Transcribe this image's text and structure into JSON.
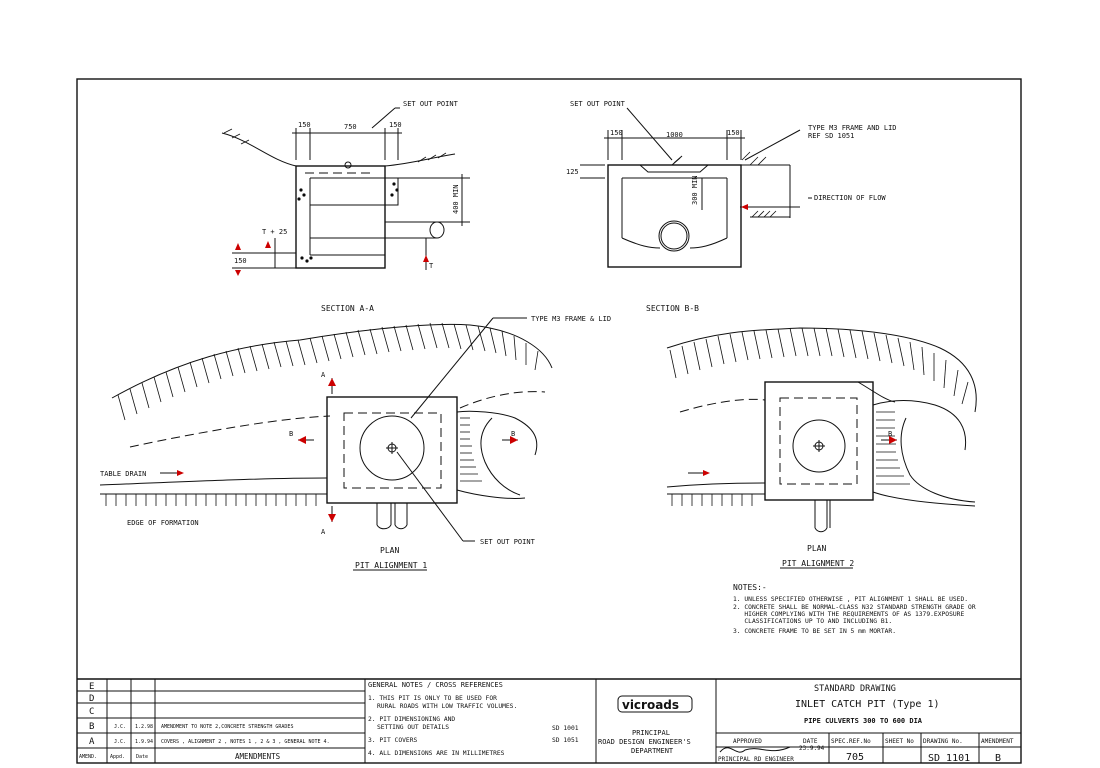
{
  "drawing": {
    "section_a": {
      "title": "SECTION A-A",
      "set_out_point": "SET OUT POINT",
      "dim_150_left": "150",
      "dim_750": "750",
      "dim_150_right": "150",
      "dim_400_min": "400 MIN",
      "dim_t_25": "T + 25",
      "dim_150_bottom": "150",
      "dim_t": "T"
    },
    "section_b": {
      "title": "SECTION B-B",
      "set_out_point": "SET OUT POINT",
      "dim_150_left": "150",
      "dim_1000": "1000",
      "dim_150_right": "150",
      "dim_125": "125",
      "dim_300_min": "300 MIN",
      "frame_label_1": "TYPE M3 FRAME AND LID",
      "frame_label_2": "REF SD 1051",
      "flow_label": "DIRECTION OF FLOW"
    },
    "plan1": {
      "frame_label": "TYPE M3 FRAME & LID",
      "table_drain": "TABLE DRAIN",
      "edge_of_formation": "EDGE OF FORMATION",
      "set_out_point": "SET OUT POINT",
      "marker_a": "A",
      "marker_b": "B",
      "plan_label": "PLAN",
      "alignment_label": "PIT ALIGNMENT 1"
    },
    "plan2": {
      "marker_b": "B",
      "plan_label": "PLAN",
      "alignment_label": "PIT ALIGNMENT 2"
    },
    "notes": {
      "heading": "NOTES:-",
      "lines": [
        "1. UNLESS SPECIFIED OTHERWISE , PIT ALIGNMENT 1 SHALL BE USED.",
        "2. CONCRETE SHALL BE NORMAL-CLASS N32 STANDARD STRENGTH GRADE OR",
        "   HIGHER COMPLYING WITH THE REQUIREMENTS OF AS 1379.EXPOSURE",
        "   CLASSIFICATIONS UP TO AND INCLUDING B1.",
        "3. CONCRETE FRAME TO BE SET IN 5 mm MORTAR."
      ]
    }
  },
  "title_block": {
    "amendments": {
      "rows": [
        {
          "letter": "E",
          "appd": "",
          "date": "",
          "text": ""
        },
        {
          "letter": "D",
          "appd": "",
          "date": "",
          "text": ""
        },
        {
          "letter": "C",
          "appd": "",
          "date": "",
          "text": ""
        },
        {
          "letter": "B",
          "appd": "J.C.",
          "date": "1.2.98",
          "text": "AMENDMENT TO NOTE 2,CONCRETE STRENGTH GRADES"
        },
        {
          "letter": "A",
          "appd": "J.C.",
          "date": "1.9.94",
          "text": "COVERS , ALIGNMENT 2 , NOTES 1 , 2 & 3 , GENERAL NOTE 4."
        }
      ],
      "col_amend": "AMEND.",
      "col_appd": "Appd.",
      "col_date": "Date",
      "col_title": "AMENDMENTS"
    },
    "general_notes": {
      "heading": "GENERAL NOTES / CROSS REFERENCES",
      "note1a": "1. THIS PIT IS ONLY TO BE USED FOR",
      "note1b": "RURAL ROADS WITH LOW TRAFFIC VOLUMES.",
      "note2a": "2. PIT DIMENSIONING AND",
      "note2b": "SETTING OUT DETAILS",
      "note2ref": "SD 1001",
      "note3": "3. PIT COVERS",
      "note3ref": "SD 1051",
      "note4": "4. ALL DIMENSIONS ARE IN MILLIMETRES"
    },
    "logo_text": "vicroads",
    "dept": {
      "line1": "PRINCIPAL",
      "line2": "ROAD DESIGN ENGINEER'S",
      "line3": "DEPARTMENT"
    },
    "title": {
      "standard": "STANDARD DRAWING",
      "main": "INLET CATCH PIT (Type 1)",
      "sub": "PIPE CULVERTS 300 TO 600 DIA"
    },
    "approved": {
      "label": "APPROVED",
      "date_label": "DATE",
      "date": "23.9.94",
      "role": "PRINCIPAL RD ENGINEER"
    },
    "spec_ref": {
      "label": "SPEC.REF.No",
      "value": "705"
    },
    "sheet_no": {
      "label": "SHEET No",
      "value": ""
    },
    "drawing_no": {
      "label": "DRAWING No.",
      "value": "SD 1101"
    },
    "amendment": {
      "label": "AMENDMENT",
      "value": "B"
    }
  }
}
